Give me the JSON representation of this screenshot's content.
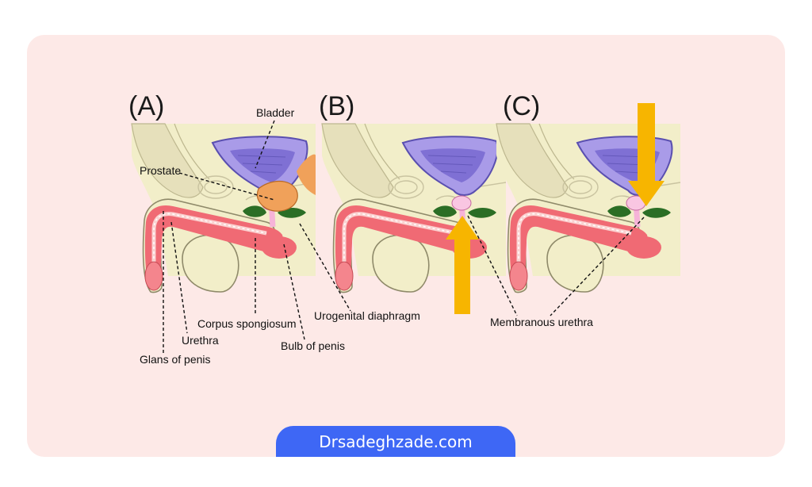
{
  "panels": [
    {
      "letter": "(A)"
    },
    {
      "letter": "(B)"
    },
    {
      "letter": "(C)"
    }
  ],
  "labels": {
    "bladder": "Bladder",
    "prostate": "Prostate",
    "urethra": "Urethra",
    "corpus_spongiosum": "Corpus spongiosum",
    "glans_of_penis": "Glans of penis",
    "bulb_of_penis": "Bulb of penis",
    "urogenital_diaphragm": "Urogenital diaphragm",
    "membranous_urethra": "Membranous urethra"
  },
  "footer": {
    "site": "Drsadeghzade.com"
  },
  "colors": {
    "card_background": "#fde9e7",
    "tissue": "#f2eec9",
    "bladder": "#a99be8",
    "prostate": "#f0a15a",
    "diaphragm": "#2b6e25",
    "spongiosum": "#f06a74",
    "arrow": "#f7b500",
    "badge": "#3e67f5"
  },
  "arrows": [
    {
      "panel": "B",
      "direction": "up"
    },
    {
      "panel": "C",
      "direction": "down"
    }
  ]
}
